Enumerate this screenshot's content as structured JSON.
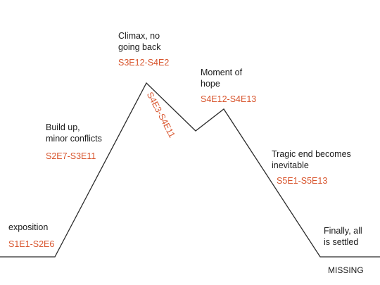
{
  "arc": {
    "line_color": "#2b2b2b",
    "label_color": "#1a1a1a",
    "episode_color": "#d8542c"
  },
  "stages": [
    {
      "description": "exposition",
      "episodes": "S1E1-S2E6"
    },
    {
      "description": "Build up,\nminor conflicts",
      "episodes": "S2E7-S3E11"
    },
    {
      "description": "Climax, no\ngoing back",
      "episodes": "S3E12-S4E2"
    },
    {
      "description": "",
      "episodes": "S4E3-S4E11"
    },
    {
      "description": "Moment of\nhope",
      "episodes": "S4E12-S4E13"
    },
    {
      "description": "Tragic end becomes\ninevitable",
      "episodes": "S5E1-S5E13"
    },
    {
      "description": "Finally, all\nis settled",
      "episodes": ""
    }
  ],
  "footer": {
    "label": "MISSING"
  }
}
